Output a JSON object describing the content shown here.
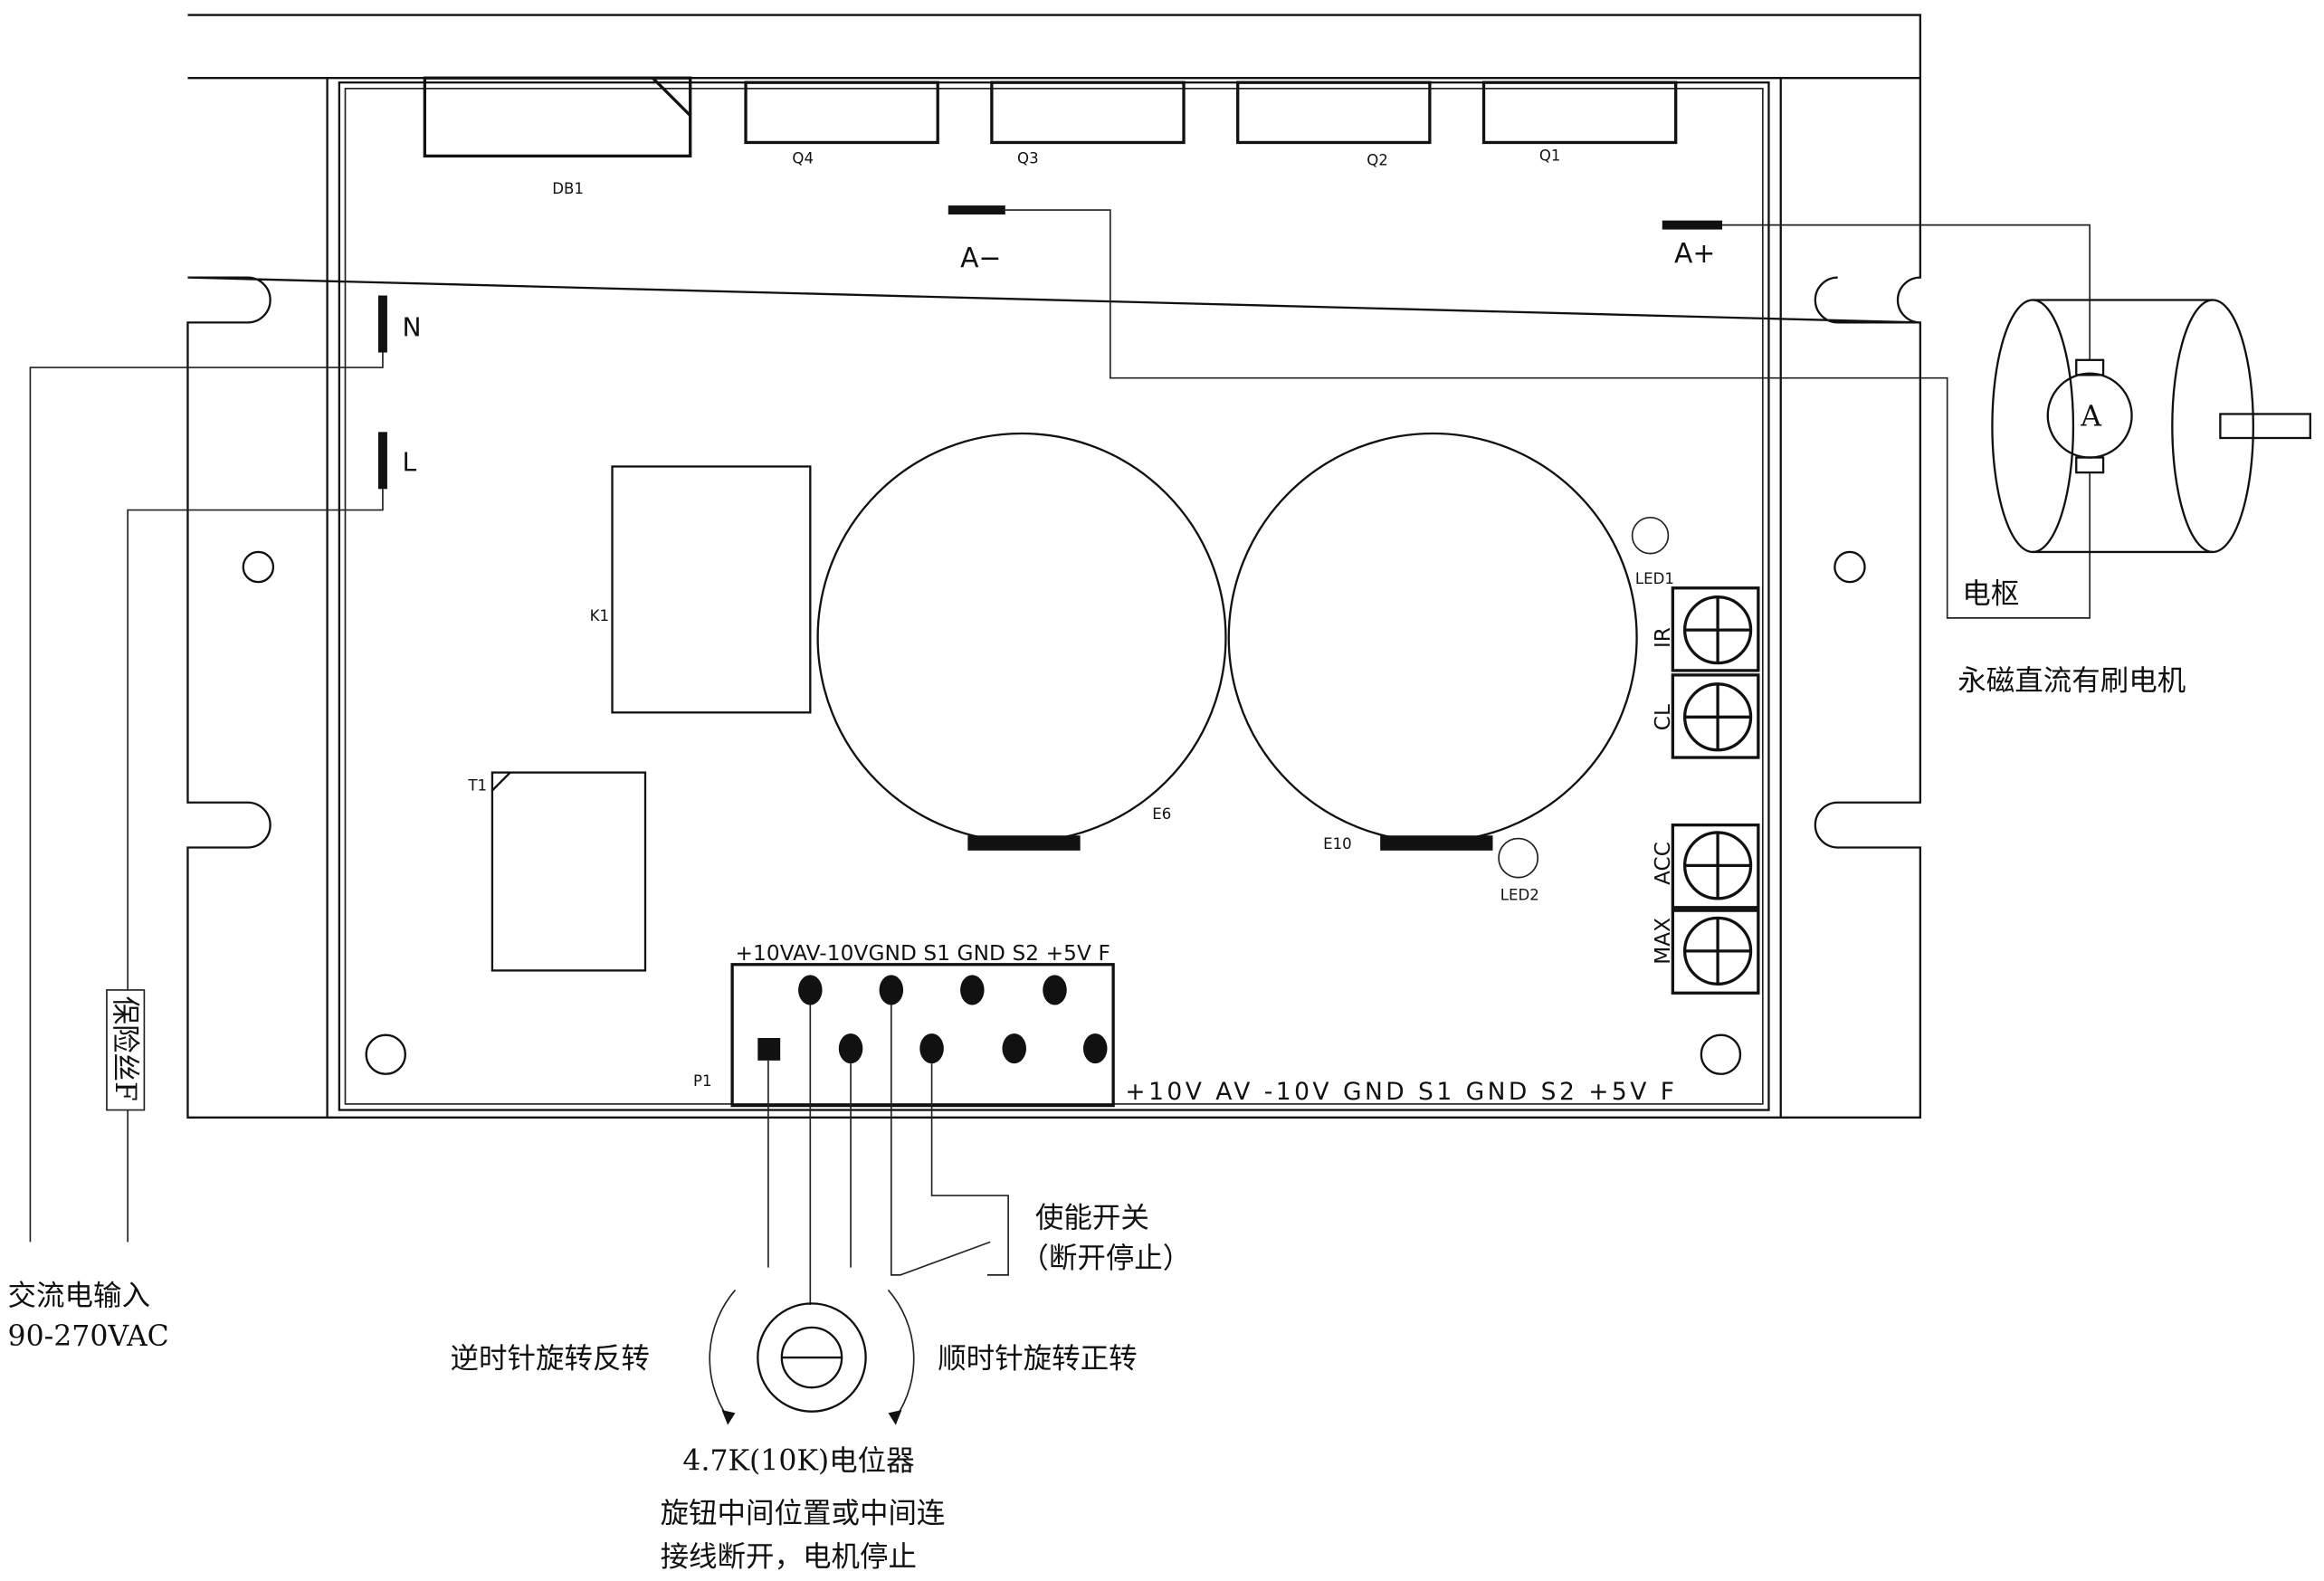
{
  "board": {
    "db1": "DB1",
    "q4": "Q4",
    "q3": "Q3",
    "q2": "Q2",
    "q1": "Q1",
    "a_minus": "A−",
    "a_plus": "A+",
    "n": "N",
    "l": "L",
    "k1": "K1",
    "t1": "T1",
    "e6": "E6",
    "e10": "E10",
    "led1": "LED1",
    "led2": "LED2",
    "ir": "IR",
    "cl": "CL",
    "acc": "ACC",
    "max": "MAX",
    "p1": "P1",
    "p1_top_labels": "+10VAV-10VGND S1 GND S2 +5V  F",
    "p1_bottom_labels": "+10V  AV  -10V  GND  S1  GND  S2  +5V  F"
  },
  "labels": {
    "fuse": "保险丝F",
    "ac_input": "交流电输入",
    "ac_voltage": "90-270VAC",
    "armature": "电枢",
    "motor": "永磁直流有刷电机",
    "ammeter": "A",
    "enable_switch": "使能开关",
    "enable_note": "（断开停止）",
    "ccw": "逆时针旋转反转",
    "cw": "顺时针旋转正转",
    "pot": "4.7K(10K)电位器",
    "pot_note_1": "旋钮中间位置或中间连",
    "pot_note_2": "接线断开，电机停止"
  }
}
